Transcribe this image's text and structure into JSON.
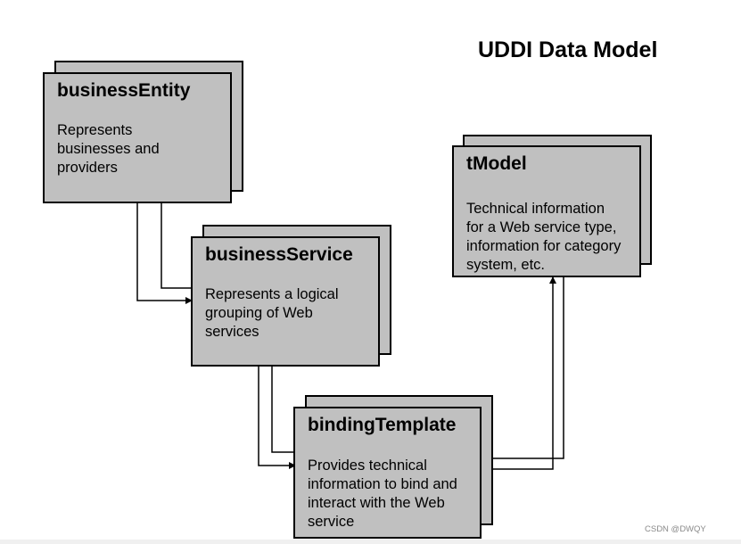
{
  "title": "UDDI Data Model",
  "entities": {
    "business_entity": {
      "name": "businessEntity",
      "description_lines": [
        "Represents",
        "businesses and",
        "providers"
      ]
    },
    "business_service": {
      "name": "businessService",
      "description_lines": [
        "Represents a logical",
        "grouping of Web",
        "services"
      ]
    },
    "binding_template": {
      "name": "bindingTemplate",
      "description_lines": [
        "Provides technical",
        "information to bind and",
        "interact with the Web",
        "service"
      ]
    },
    "tmodel": {
      "name": "tModel",
      "description_lines": [
        "Technical information",
        "for a Web service type,",
        "information for category",
        "system, etc."
      ]
    }
  },
  "connectors": [
    {
      "from": "businessEntity",
      "to": "businessService"
    },
    {
      "from": "businessService",
      "to": "bindingTemplate"
    },
    {
      "from": "bindingTemplate",
      "to": "tModel"
    }
  ],
  "watermark": "CSDN @DWQY",
  "colors": {
    "box_fill": "#c0c0c0",
    "border": "#000000",
    "background": "#ffffff"
  }
}
